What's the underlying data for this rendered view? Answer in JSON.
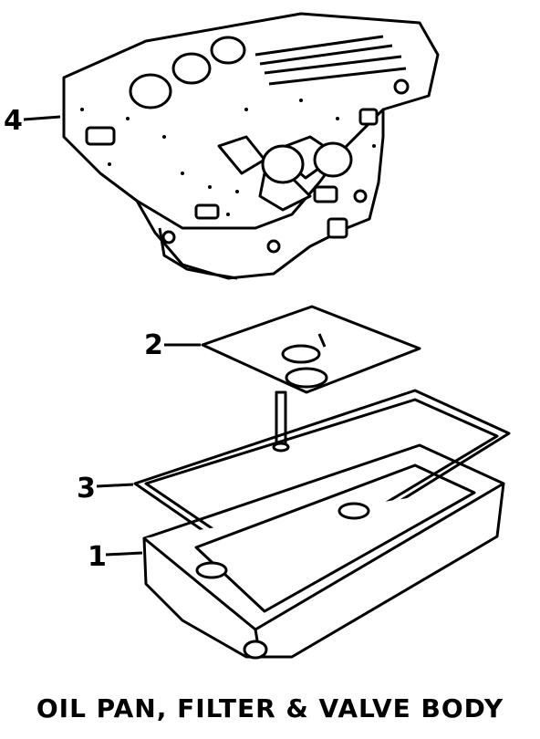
{
  "callouts": {
    "valve_body": "4",
    "filter": "2",
    "gasket": "3",
    "oil_pan": "1"
  },
  "caption": "OIL PAN, FILTER & VALVE BODY"
}
